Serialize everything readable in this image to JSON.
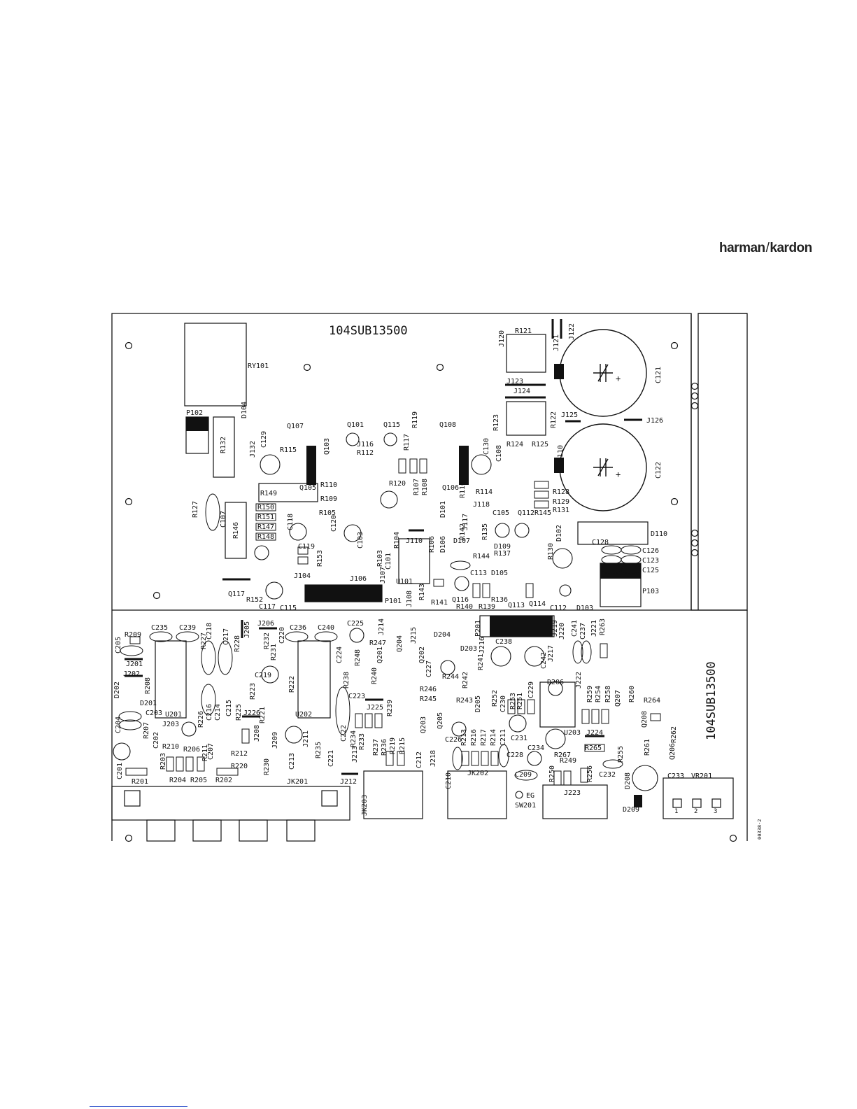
{
  "brand": {
    "name_left": "harman",
    "slash": "/",
    "name_right": "kardon"
  },
  "board": {
    "top_code": "104SUB13500",
    "side_code": "104SUB13500",
    "drawing_ref": "00338-2"
  },
  "labels": {
    "RY101": "RY101",
    "P102": "P102",
    "R132": "R132",
    "D104": "D104",
    "J132": "J132",
    "C129": "C129",
    "R115": "R115",
    "Q107": "Q107",
    "Q101": "Q101",
    "Q115": "Q115",
    "Q108": "Q108",
    "R119": "R119",
    "J116": "J116",
    "R112": "R112",
    "R117": "R117",
    "R127": "R127",
    "R149": "R149",
    "C107": "C107",
    "R146": "R146",
    "R150": "R150",
    "R151": "R151",
    "R147": "R147",
    "R148": "R148",
    "Q103": "Q103",
    "Q105": "Q105",
    "Q106": "Q106",
    "R110": "R110",
    "R109": "R109",
    "R105": "R105",
    "C118": "C118",
    "C119": "C119",
    "C120": "C120",
    "C103": "C103",
    "R153": "R153",
    "J104": "J104",
    "J106": "J106",
    "Q117": "Q117",
    "R152": "R152",
    "C117": "C117",
    "C115": "C115",
    "R120": "R120",
    "R107": "R107",
    "R108": "R108",
    "R116": "R116",
    "R114": "R114",
    "C130": "C130",
    "C108": "C108",
    "R123": "R123",
    "R121": "R121",
    "J120": "J120",
    "J121": "J121",
    "J122": "J122",
    "J123": "J123",
    "J124": "J124",
    "R122": "R122",
    "J125": "J125",
    "J126": "J126",
    "C121": "C121",
    "C122": "C122",
    "Q110": "Q110",
    "R124": "R124",
    "R125": "R125",
    "R128": "R128",
    "R129": "R129",
    "R131": "R131",
    "R145": "R145",
    "Q112": "Q112",
    "C105": "C105",
    "D102": "D102",
    "D110": "D110",
    "C128": "C128",
    "C126": "C126",
    "C123": "C123",
    "C125": "C125",
    "J118": "J118",
    "J117": "J117",
    "R142": "R142",
    "R135": "R135",
    "D107": "D107",
    "R144": "R144",
    "R137": "R137",
    "R130": "R130",
    "D109": "D109",
    "C113": "C113",
    "D105": "D105",
    "R136": "R136",
    "Q113": "Q113",
    "Q114": "Q114",
    "C112": "C112",
    "D103": "D103",
    "P103": "P103",
    "U101": "U101",
    "P101": "P101",
    "J108": "J108",
    "R143": "R143",
    "R141": "R141",
    "R140": "R140",
    "R139": "R139",
    "Q116": "Q116",
    "R104": "R104",
    "R106": "R106",
    "J110": "J110",
    "D106": "D106",
    "D101": "D101",
    "R103": "R103",
    "C101": "C101",
    "J107": "J107",
    "R209": "R209",
    "C235": "C235",
    "C239": "C239",
    "C218": "C218",
    "R227": "R227",
    "C217": "C217",
    "R228": "R228",
    "J205": "J205",
    "J206": "J206",
    "R232": "R232",
    "C220": "C220",
    "C236": "C236",
    "C240": "C240",
    "C225": "C225",
    "J214": "J214",
    "J215": "J215",
    "D204": "D204",
    "P201": "P201",
    "C205": "C205",
    "J201": "J201",
    "J202": "J202",
    "R208": "R208",
    "D202": "D202",
    "D201": "D201",
    "C203": "C203",
    "U201": "U201",
    "C204": "C204",
    "R207": "R207",
    "J203": "J203",
    "C202": "C202",
    "R210": "R210",
    "C201": "C201",
    "R203": "R203",
    "R201": "R201",
    "R204": "R204",
    "R205": "R205",
    "R202": "R202",
    "R206": "R206",
    "R226": "R226",
    "C216": "C216",
    "C214": "C214",
    "C215": "C215",
    "C207": "C207",
    "R211": "R211",
    "R225": "R225",
    "C219": "C219",
    "R223": "R223",
    "R221": "R221",
    "J226": "J226",
    "R212": "R212",
    "R220": "R220",
    "R230": "R230",
    "J208": "J208",
    "J209": "J209",
    "J211": "J211",
    "C213": "C213",
    "R231": "R231",
    "R222": "R222",
    "U202": "U202",
    "R235": "R235",
    "C221": "C221",
    "C222": "C222",
    "C224": "C224",
    "R238": "R238",
    "R248": "R248",
    "R247": "R247",
    "C223": "C223",
    "J225": "J225",
    "R240": "R240",
    "Q201": "Q201",
    "Q204": "Q204",
    "R234": "R234",
    "R233": "R233",
    "R237": "R237",
    "R236": "R236",
    "R219": "R219",
    "R215": "R215",
    "Q203": "Q203",
    "C212": "C212",
    "J213": "J213",
    "JK201": "JK201",
    "J212": "J212",
    "JK203": "JK203",
    "R239": "R239",
    "R246": "R246",
    "R245": "R245",
    "Q205": "Q205",
    "C226": "C226",
    "R243": "R243",
    "C227": "C227",
    "R244": "R244",
    "Q202": "Q202",
    "D203": "D203",
    "J216": "J216",
    "C238": "C238",
    "R242": "R242",
    "R241": "R241",
    "D205": "D205",
    "J218": "J218",
    "C210": "C210",
    "R213": "R213",
    "R216": "R216",
    "R217": "R217",
    "R214": "R214",
    "C211": "C211",
    "JK202": "JK202",
    "C209": "C209",
    "SW201": "SW201",
    "EG": "EG",
    "R252": "R252",
    "C230": "C230",
    "R253": "R253",
    "R251": "R251",
    "C229": "C229",
    "C242": "C242",
    "C231": "C231",
    "C234": "C234",
    "C228": "C228",
    "R250": "R250",
    "R249": "R249",
    "R267": "R267",
    "J223": "J223",
    "J219": "J219",
    "J220": "J220",
    "J217": "J217",
    "C241": "C241",
    "C237": "C237",
    "J221": "J221",
    "R263": "R263",
    "D206": "D206",
    "J222": "J222",
    "R259": "R259",
    "R254": "R254",
    "R258": "R258",
    "Q207": "Q207",
    "R260": "R260",
    "R264": "R264",
    "Q208": "Q208",
    "R262": "R262",
    "J224": "J224",
    "R265": "R265",
    "R255": "R255",
    "R256": "R256",
    "C232": "C232",
    "R261": "R261",
    "Q206": "Q206",
    "C233": "C233",
    "VR201": "VR201",
    "D208": "D208",
    "D209": "D209",
    "U203": "U203",
    "VR_pin1": "1",
    "VR_pin2": "2",
    "VR_pin3": "3"
  }
}
